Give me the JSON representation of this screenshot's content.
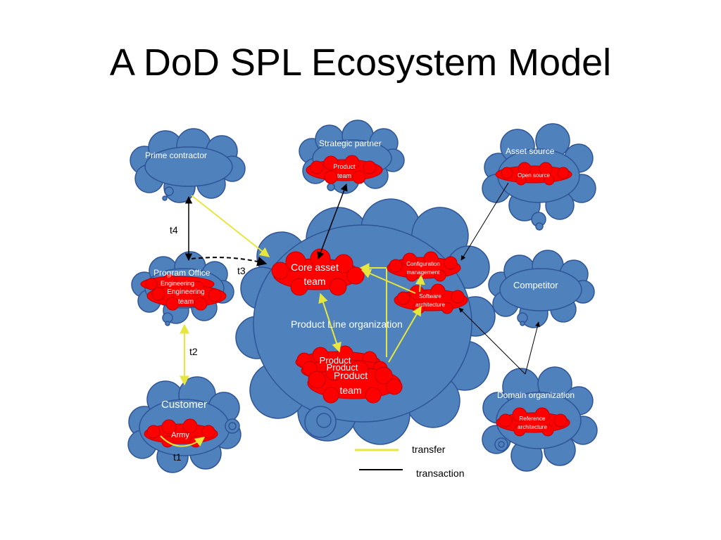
{
  "title": "A DoD SPL Ecosystem Model",
  "colors": {
    "cloud": "#4f81bd",
    "cloud_stroke": "#2f5597",
    "team": "#ff0000",
    "team_stroke": "#c00000",
    "transfer": "#e6e63c",
    "transaction": "#000000"
  },
  "nodes": {
    "prime_contractor": "Prime contractor",
    "strategic_partner": "Strategic partner",
    "strategic_partner_team_1": "Product",
    "strategic_partner_team_2": "team",
    "asset_source": "Asset source",
    "open_source": "Open source",
    "program_office": "Program Office",
    "engineering_back": "Engineering",
    "engineering_team_1": "Engineering",
    "engineering_team_2": "team",
    "product_line_org": "Product Line organization",
    "core_asset_team_1": "Core asset",
    "core_asset_team_2": "team",
    "config_mgmt_1": "Configuration",
    "config_mgmt_2": "management",
    "software_arch_1": "Software",
    "software_arch_2": "architecture",
    "product_back_1": "Product",
    "product_back_2": "Product",
    "product_team_1": "Product",
    "product_team_2": "team",
    "competitor": "Competitor",
    "customer": "Customer",
    "army": "Army",
    "domain_org": "Domain organization",
    "reference_arch_1": "Reference",
    "reference_arch_2": "architecture"
  },
  "edge_labels": {
    "t1": "t1",
    "t2": "t2",
    "t3": "t3",
    "t4": "t4"
  },
  "legend": {
    "transfer": "transfer",
    "transaction": "transaction"
  }
}
